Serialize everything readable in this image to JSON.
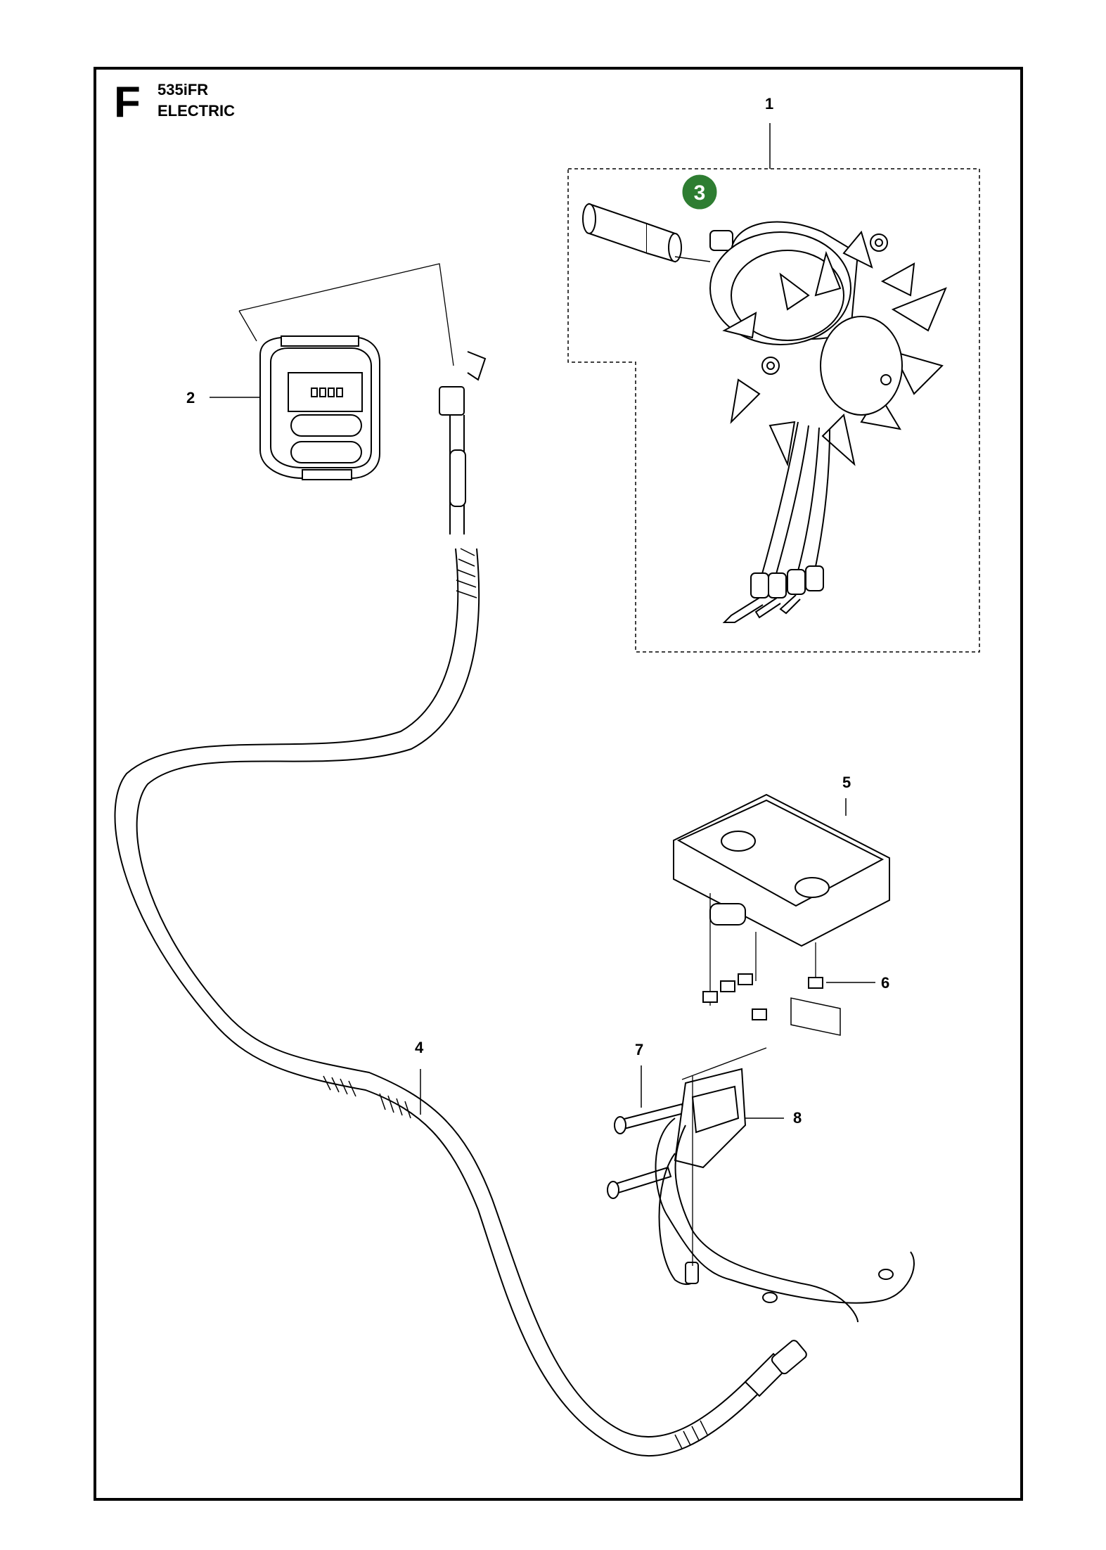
{
  "header": {
    "section_letter": "F",
    "model": "535iFR",
    "group": "ELECTRIC"
  },
  "callouts": [
    {
      "id": "1",
      "label": "1"
    },
    {
      "id": "2",
      "label": "2"
    },
    {
      "id": "3",
      "label": "3",
      "highlight_color": "#2e7d32"
    },
    {
      "id": "4",
      "label": "4"
    },
    {
      "id": "5",
      "label": "5"
    },
    {
      "id": "6",
      "label": "6"
    },
    {
      "id": "7",
      "label": "7"
    },
    {
      "id": "8",
      "label": "8"
    }
  ],
  "colors": {
    "line": "#000000",
    "background": "#ffffff",
    "highlight": "#2e7d32"
  }
}
